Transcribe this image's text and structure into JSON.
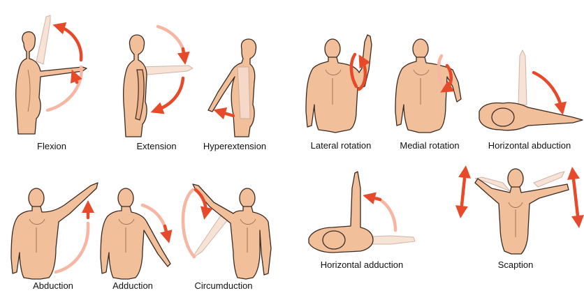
{
  "labels": {
    "flexion": "Flexion",
    "extension": "Extension",
    "hyperextension": "Hyperextension",
    "lateral_rotation": "Lateral rotation",
    "medial_rotation": "Medial rotation",
    "horizontal_abduction": "Horizontal abduction",
    "abduction": "Abduction",
    "adduction": "Adduction",
    "circumduction": "Circumduction",
    "horizontal_adduction": "Horizontal adduction",
    "scaption": "Scaption"
  },
  "colors": {
    "skin": "#f2bf9b",
    "outline": "#3b2a20",
    "arrow": "#e74a2a",
    "ghost_limb": "#f6ddd0",
    "text": "#111111"
  },
  "icons": {
    "motion_arrow": "curved-red-arrow-icon",
    "double_arrow": "double-headed-red-arrow-icon"
  }
}
